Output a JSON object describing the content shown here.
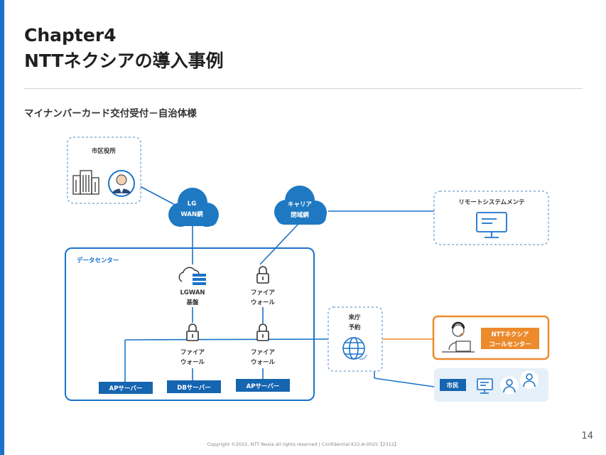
{
  "header": {
    "chapter": "Chapter4",
    "title": "NTTネクシアの導入事例",
    "subtitle": "マイナンバーカード交付受付－自治体様"
  },
  "diagram": {
    "city_hall": "市区役所",
    "lg_wan_line1": "LG",
    "lg_wan_line2": "WAN網",
    "carrier_line1": "キャリア",
    "carrier_line2": "閉域網",
    "remote_maint": "リモートシステムメンテ",
    "datacenter": "データセンター",
    "lgwan_base_line1": "LGWAN",
    "lgwan_base_line2": "基盤",
    "firewall_line1": "ファイア",
    "firewall_line2": "ウォール",
    "reservation_line1": "来庁",
    "reservation_line2": "予約",
    "callcenter_line1": "NTTネクシア",
    "callcenter_line2": "コールセンター",
    "ap_server": "APサーバー",
    "db_server": "DBサーバー",
    "citizen": "市民"
  },
  "colors": {
    "accent_blue": "#1a73c8",
    "cloud_blue": "#1e78c2",
    "server_box": "#1565b0",
    "dashed": "#6d9fd0",
    "orange": "#ec8a2c",
    "citizen_bg": "#e6f0f8"
  },
  "footer": {
    "copyright": "Copyright ©2022, NTT Nexia all rights reserved | Confidential K22-A-0025【2312】",
    "page_number": "14"
  }
}
